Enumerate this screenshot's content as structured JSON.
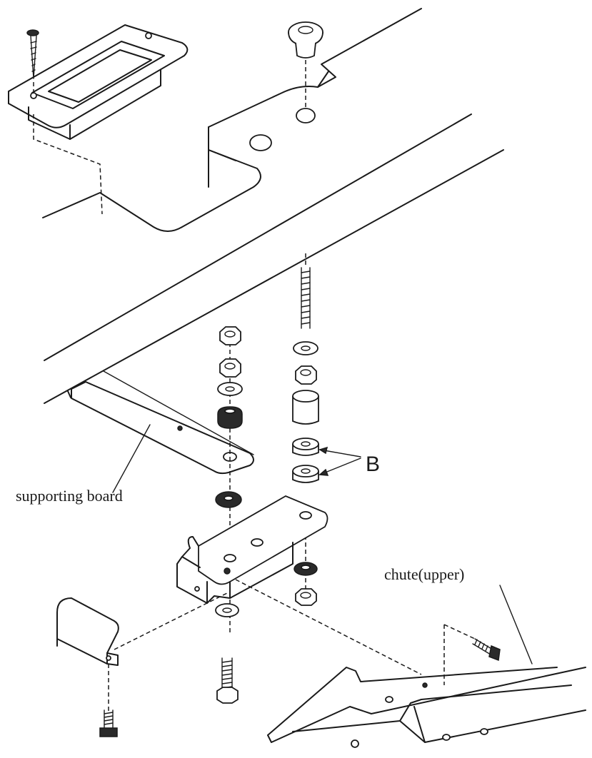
{
  "labels": {
    "supporting_board": "supporting board",
    "b": "B",
    "chute_upper": "chute(upper)"
  }
}
